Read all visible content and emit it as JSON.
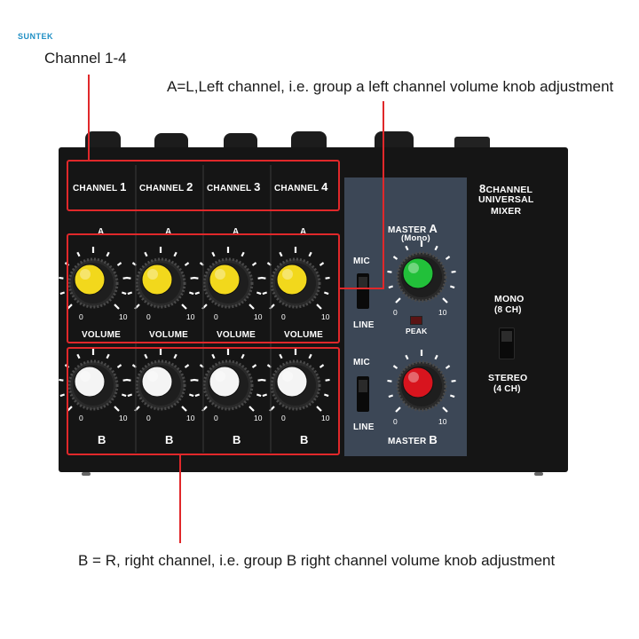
{
  "brand": "SUNTEK",
  "callouts": {
    "channel": "Channel 1-4",
    "group_a": "A=L,Left channel, i.e. group a left channel volume knob adjustment",
    "group_b": "B = R, right channel, i.e. group B right channel volume knob adjustment"
  },
  "channels": [
    {
      "label": "CHANNEL",
      "num": "1"
    },
    {
      "label": "CHANNEL",
      "num": "2"
    },
    {
      "label": "CHANNEL",
      "num": "3"
    },
    {
      "label": "CHANNEL",
      "num": "4"
    }
  ],
  "group_a": {
    "letter": "A",
    "volume": "VOLUME",
    "min": "0",
    "max": "10"
  },
  "group_b": {
    "letter": "B",
    "min": "0",
    "max": "10"
  },
  "master": {
    "a_label": "MASTER",
    "a_letter": "A",
    "a_sub": "(Mono)",
    "b_label": "MASTER",
    "b_letter": "B",
    "min": "0",
    "max": "10",
    "peak": "PEAK",
    "mic": "MIC",
    "line": "LINE"
  },
  "title": {
    "line1_num": "8",
    "line1": "CHANNEL",
    "line2": "UNIVERSAL",
    "line3": "MIXER"
  },
  "mode": {
    "mono": "MONO",
    "mono_sub": "(8 CH)",
    "stereo": "STEREO",
    "stereo_sub": "(4 CH)"
  },
  "colors": {
    "highlight": "#e0282a",
    "knob_a": "#f2d81c",
    "knob_b": "#f4f4f4",
    "master_a": "#22c03a",
    "master_b": "#d8141e",
    "body": "#151515",
    "panel": "#3c4756",
    "brand": "#1f8fc4"
  }
}
